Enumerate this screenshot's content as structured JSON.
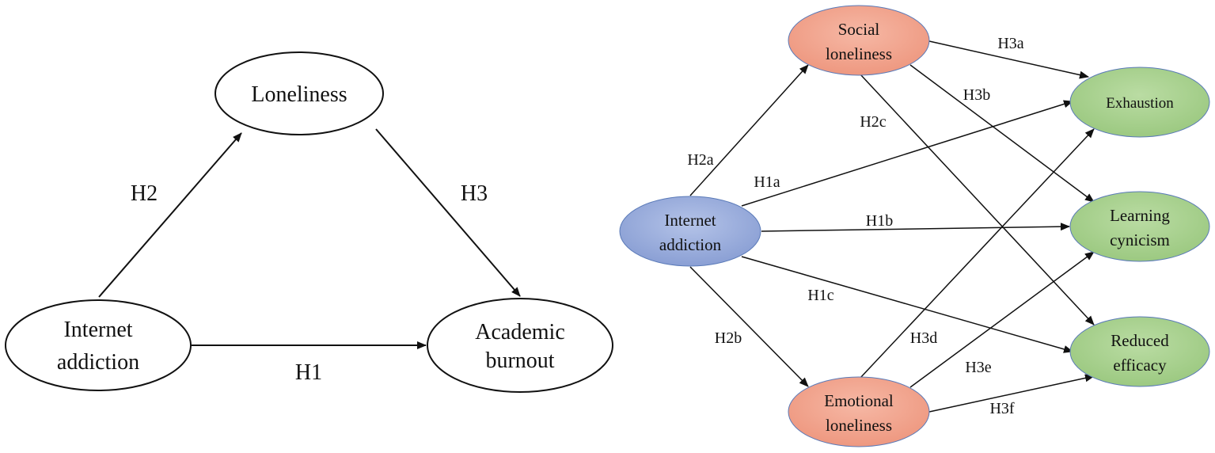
{
  "left": {
    "nodes": {
      "loneliness": {
        "lines": [
          "Loneliness"
        ]
      },
      "internet_addiction": {
        "lines": [
          "Internet",
          "addiction"
        ]
      },
      "academic_burnout": {
        "lines": [
          "Academic",
          "burnout"
        ]
      }
    },
    "edges": {
      "h1": "H1",
      "h2": "H2",
      "h3": "H3"
    }
  },
  "right": {
    "nodes": {
      "social_loneliness": {
        "lines": [
          "Social",
          "loneliness"
        ],
        "fill": "#f2a58e"
      },
      "emotional_loneliness": {
        "lines": [
          "Emotional",
          "loneliness"
        ],
        "fill": "#f2a58e"
      },
      "internet_addiction": {
        "lines": [
          "Internet",
          "addiction"
        ],
        "fill": "#9aaedb"
      },
      "exhaustion": {
        "lines": [
          "Exhaustion"
        ],
        "fill": "#a9d18e"
      },
      "learning_cynicism": {
        "lines": [
          "Learning",
          "cynicism"
        ],
        "fill": "#a9d18e"
      },
      "reduced_efficacy": {
        "lines": [
          "Reduced",
          "efficacy"
        ],
        "fill": "#a9d18e"
      }
    },
    "edges": {
      "h1a": "H1a",
      "h1b": "H1b",
      "h1c": "H1c",
      "h2a": "H2a",
      "h2b": "H2b",
      "h2c": "H2c",
      "h3a": "H3a",
      "h3b": "H3b",
      "h3d": "H3d",
      "h3e": "H3e",
      "h3f": "H3f"
    }
  }
}
